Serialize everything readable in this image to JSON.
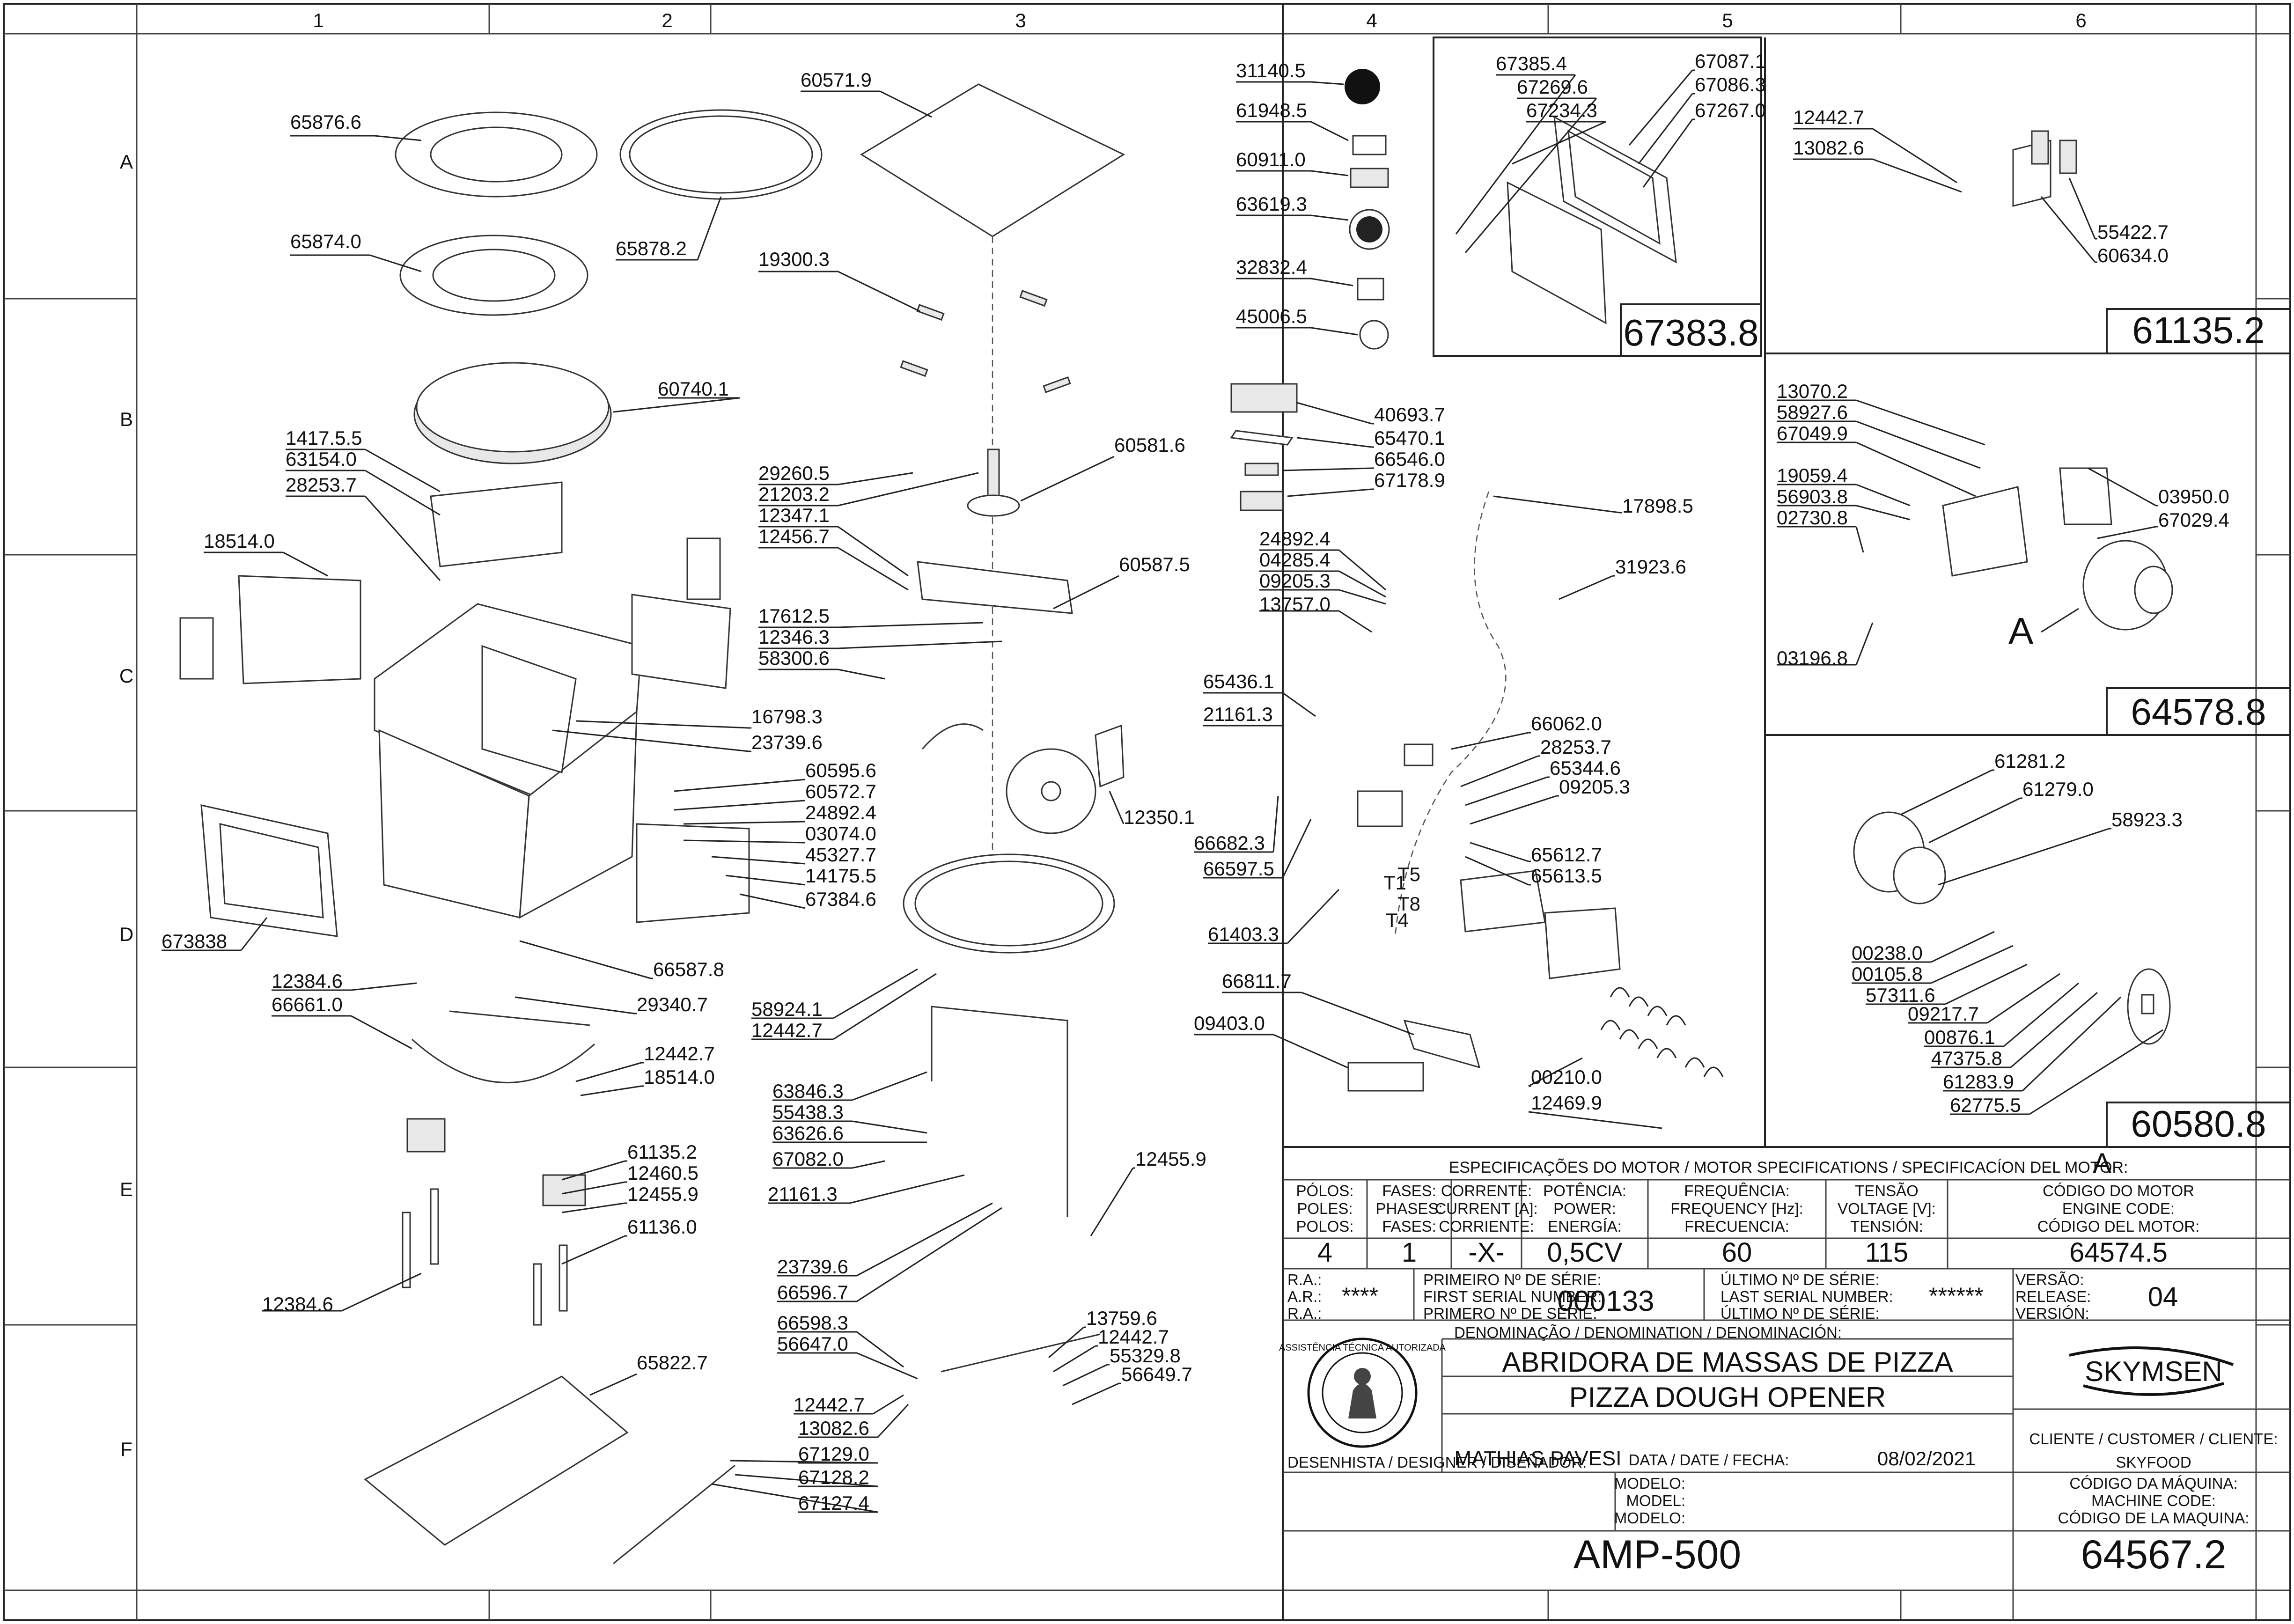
{
  "grid": {
    "columns": [
      "1",
      "2",
      "3",
      "4",
      "5",
      "6"
    ],
    "rows": [
      "A",
      "B",
      "C",
      "D",
      "E",
      "F"
    ]
  },
  "labels": {
    "p65876_6": "65876.6",
    "p65878_2": "65878.2",
    "p60571_9": "60571.9",
    "p65874_0": "65874.0",
    "p19300_3": "19300.3",
    "p60740_1": "60740.1",
    "p60581_6": "60581.6",
    "p1417_5_5": "1417.5.5",
    "p63154_0": "63154.0",
    "p28253_7a": "28253.7",
    "p29260_5": "29260.5",
    "p21203_2": "21203.2",
    "p12347_1": "12347.1",
    "p12456_7": "12456.7",
    "p18514_0a": "18514.0",
    "p60587_5": "60587.5",
    "p17612_5": "17612.5",
    "p12346_3": "12346.3",
    "p58300_6": "58300.6",
    "p16798_3": "16798.3",
    "p23739_6a": "23739.6",
    "p60595_6": "60595.6",
    "p60572_7": "60572.7",
    "p24892_4a": "24892.4",
    "p03074_0": "03074.0",
    "p45327_7": "45327.7",
    "p14175_5": "14175.5",
    "p67384_6": "67384.6",
    "p12350_1": "12350.1",
    "p673838": "673838",
    "p66587_8": "66587.8",
    "p12384_6a": "12384.6",
    "p66661_0": "66661.0",
    "p29340_7": "29340.7",
    "p58924_1": "58924.1",
    "p12442_7a": "12442.7",
    "p12442_7b": "12442.7",
    "p18514_0b": "18514.0",
    "p61135_2a": "61135.2",
    "p12460_5": "12460.5",
    "p12455_9a": "12455.9",
    "p61136_0": "61136.0",
    "p12384_6b": "12384.6",
    "p63846_3": "63846.3",
    "p55438_3": "55438.3",
    "p63626_6": "63626.6",
    "p67082_0": "67082.0",
    "p21161_3a": "21161.3",
    "p12455_9b": "12455.9",
    "p23739_6b": "23739.6",
    "p66596_7": "66596.7",
    "p66598_3": "66598.3",
    "p56647_0": "56647.0",
    "p13759_6": "13759.6",
    "p12442_7c": "12442.7",
    "p55329_8": "55329.8",
    "p56649_7": "56649.7",
    "p12442_7d": "12442.7",
    "p13082_6a": "13082.6",
    "p67129_0": "67129.0",
    "p67128_2": "67128.2",
    "p67127_4": "67127.4",
    "p65822_7": "65822.7",
    "p31140_5": "31140.5",
    "p61948_5": "61948.5",
    "p60911_0": "60911.0",
    "p63619_3": "63619.3",
    "p32832_4": "32832.4",
    "p45006_5": "45006.5",
    "p40693_7": "40693.7",
    "p65470_1": "65470.1",
    "p66546_0": "66546.0",
    "p67178_9": "67178.9",
    "p17898_5": "17898.5",
    "p24892_4b": "24892.4",
    "p04285_4": "04285.4",
    "p09205_3a": "09205.3",
    "p13757_0": "13757.0",
    "p31923_6": "31923.6",
    "p65436_1": "65436.1",
    "p21161_3b": "21161.3",
    "p66062_0": "66062.0",
    "p28253_7b": "28253.7",
    "p65344_6": "65344.6",
    "p09205_3b": "09205.3",
    "p66682_3": "66682.3",
    "p66597_5": "66597.5",
    "p65612_7": "65612.7",
    "p65613_5": "65613.5",
    "p61403_3": "61403.3",
    "pT5": "T5",
    "pT1": "T1",
    "pT8": "T8",
    "pT4": "T4",
    "p66811_7": "66811.7",
    "p09403_0": "09403.0",
    "p00210_0": "00210.0",
    "p12469_9": "12469.9",
    "p67385_4": "67385.4",
    "p67269_6": "67269.6",
    "p67234_3": "67234.3",
    "p67087_1": "67087.1",
    "p67086_3": "67086.3",
    "p67267_0": "67267.0",
    "p12442_7e": "12442.7",
    "p13082_6b": "13082.6",
    "p55422_7": "55422.7",
    "p60634_0": "60634.0",
    "p13070_2": "13070.2",
    "p58927_6": "58927.6",
    "p67049_9": "67049.9",
    "p19059_4": "19059.4",
    "p56903_8": "56903.8",
    "p02730_8": "02730.8",
    "p03950_0": "03950.0",
    "p67029_4": "67029.4",
    "pA": "A",
    "p03196_8": "03196.8",
    "p61281_2": "61281.2",
    "p61279_0": "61279.0",
    "p58923_3": "58923.3",
    "p00238_0": "00238.0",
    "p00105_8": "00105.8",
    "p57311_6": "57311.6",
    "p09217_7": "09217.7",
    "p00876_1": "00876.1",
    "p47375_8": "47375.8",
    "p61283_9": "61283.9",
    "p62775_5": "62775.5"
  },
  "boxes": {
    "b67383_8": "67383.8",
    "b61135_2": "61135.2",
    "b64578_8": "64578.8",
    "b60580_8": "60580.8"
  },
  "title_block": {
    "motor_spec_title": "ESPECIFICAÇÕES DO MOTOR / MOTOR SPECIFICATIONS / SPECIFICACÍON DEL MOTOR:",
    "motor_spec_value": "A",
    "h_poles": "PÓLOS:\nPOLES:\nPOLOS:",
    "h_phases": "FASES:\nPHASES:\nFASES:",
    "h_current": "CORRENTE:\nCURRENT [A]:\nCORRIENTE:",
    "h_power": "POTÊNCIA:\nPOWER:\nENERGÍA:",
    "h_freq": "FREQUÊNCIA:\nFREQUENCY [Hz]:\nFRECUENCIA:",
    "h_voltage": "TENSÃO\nVOLTAGE [V]:\nTENSIÓN:",
    "h_engine": "CÓDIGO DO MOTOR\nENGINE CODE:\nCÓDIGO DEL MOTOR:",
    "v_poles": "4",
    "v_phases": "1",
    "v_current": "-X-",
    "v_power": "0,5CV",
    "v_freq": "60",
    "v_voltage": "115",
    "v_engine": "64574.5",
    "ra_labels": "R.A.:\nA.R.:\nR.A.:",
    "ra_value": "****",
    "first_serial_labels": "PRIMEIRO Nº DE SÉRIE:\nFIRST SERIAL NUMBER:\nPRIMERO Nº DE SÉRIE:",
    "first_serial_value": "000133",
    "last_serial_labels": "ÚLTIMO Nº DE SÉRIE:\nLAST SERIAL NUMBER:\nÚLTIMO Nº DE SÉRIE:",
    "last_serial_value": "******",
    "version_labels": "VERSÃO:\nRELEASE:\nVERSIÓN:",
    "version_value": "04",
    "denomination_label": "DENOMINAÇÃO / DENOMINATION / DENOMINACIÓN:",
    "name_pt": "ABRIDORA DE MASSAS DE PIZZA",
    "name_en": "PIZZA DOUGH OPENER",
    "brand": "SKYMSEN",
    "badge_text": "ASSISTÊNCIA TÉCNICA AUTORIZADA",
    "customer_label": "CLIENTE / CUSTOMER / CLIENTE:",
    "customer_value": "SKYFOOD",
    "designer_label": "DESENHISTA / DESIGNER / DISEÑADOR:",
    "designer_value": "MATHIAS PAVESI",
    "date_label": "DATA / DATE / FECHA:",
    "date_value": "08/02/2021",
    "model_labels": "MODELO:\nMODEL:\nMODELO:",
    "model_value": "AMP-500",
    "machine_code_labels": "CÓDIGO DA MÁQUINA:\nMACHINE CODE:\nCÓDIGO DE LA MAQUINA:",
    "machine_code_value": "64567.2"
  }
}
